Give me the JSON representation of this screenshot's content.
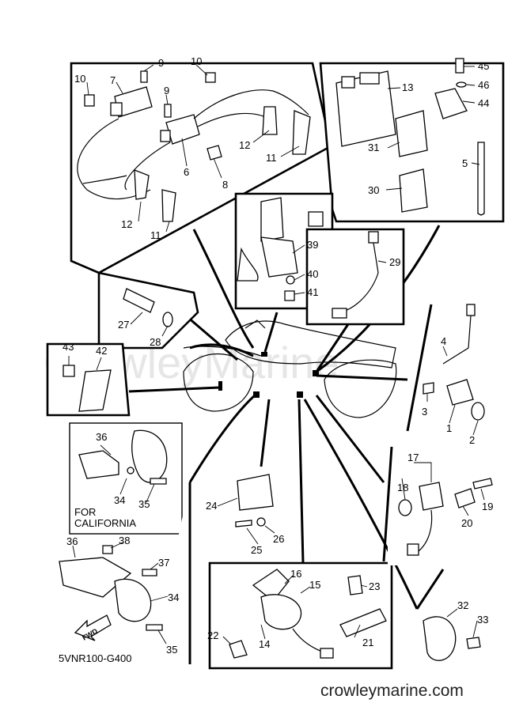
{
  "diagram_code": "5VNR100-G400",
  "watermark": "CrowleyMarine",
  "footer_url": "crowleymarine.com",
  "note_lines": [
    "FOR",
    "CALIFORNIA"
  ],
  "fwd_label": "FWD",
  "callouts": {
    "c1": "1",
    "c2": "2",
    "c3": "3",
    "c4": "4",
    "c5": "5",
    "c6": "6",
    "c7": "7",
    "c8": "8",
    "c9a": "9",
    "c9b": "9",
    "c10a": "10",
    "c10b": "10",
    "c11a": "11",
    "c11b": "11",
    "c12a": "12",
    "c12b": "12",
    "c13": "13",
    "c14": "14",
    "c15": "15",
    "c16": "16",
    "c17": "17",
    "c18": "18",
    "c19": "19",
    "c20": "20",
    "c21": "21",
    "c22": "22",
    "c23": "23",
    "c24": "24",
    "c25": "25",
    "c26": "26",
    "c27": "27",
    "c28": "28",
    "c29": "29",
    "c30": "30",
    "c31": "31",
    "c32": "32",
    "c33": "33",
    "c34a": "34",
    "c34b": "34",
    "c35a": "35",
    "c35b": "35",
    "c36a": "36",
    "c36b": "36",
    "c37": "37",
    "c38": "38",
    "c39": "39",
    "c40": "40",
    "c41": "41",
    "c42": "42",
    "c43": "43",
    "c44": "44",
    "c45": "45",
    "c46": "46"
  }
}
